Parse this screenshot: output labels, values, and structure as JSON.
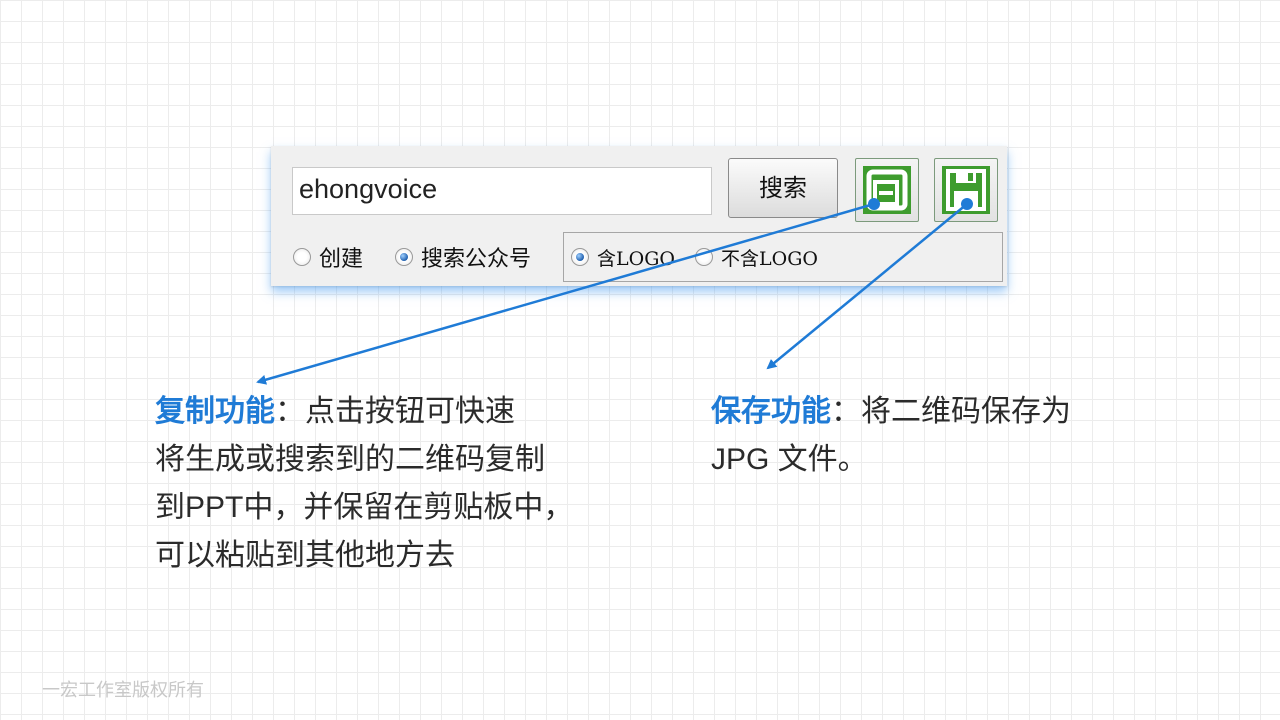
{
  "widget": {
    "search_value": "ehongvoice",
    "search_button_label": "搜索",
    "copy_icon": "copy-icon",
    "save_icon": "floppy-save-icon",
    "mode_options": [
      {
        "label": "创建",
        "selected": false
      },
      {
        "label": "搜索公众号",
        "selected": true
      }
    ],
    "logo_options": [
      {
        "label": "含LOGO",
        "selected": true
      },
      {
        "label": "不含LOGO",
        "selected": false
      }
    ]
  },
  "callouts": {
    "copy": {
      "heading": "复制功能",
      "separator": "：",
      "lines": [
        "点击按钮可快速",
        "将生成或搜索到的二维码复制",
        "到PPT中，并保留在剪贴板中，",
        "可以粘贴到其他地方去"
      ]
    },
    "save": {
      "heading": "保存功能",
      "separator": "：",
      "lines": [
        "将二维码保存为",
        "JPG 文件。"
      ]
    }
  },
  "footer": "一宏工作室版权所有",
  "colors": {
    "accent_blue": "#1f7bd6",
    "icon_green": "#3e9c2e",
    "panel_bg": "#f0f0f0"
  }
}
